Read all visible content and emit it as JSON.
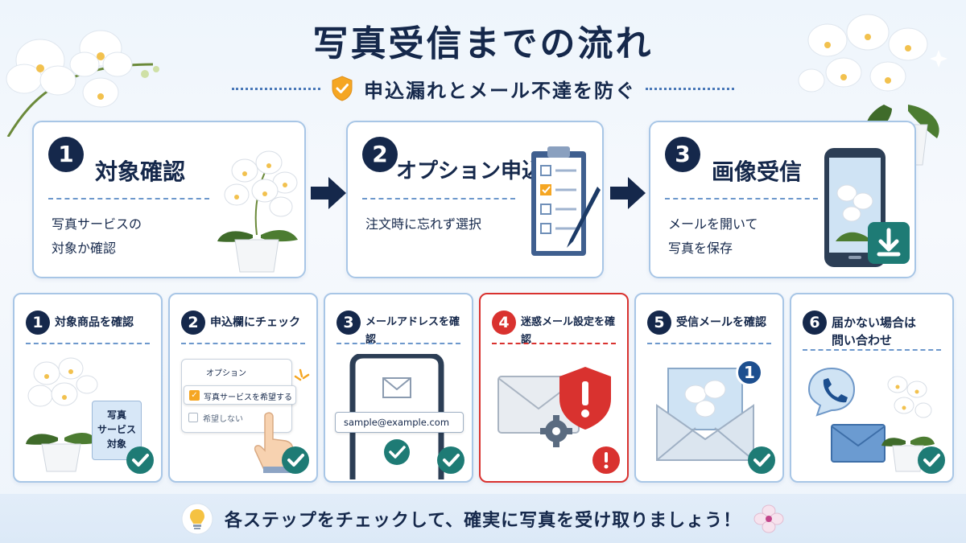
{
  "header": {
    "title": "写真受信までの流れ",
    "subtitle": "申込漏れとメール不達を防ぐ"
  },
  "big_steps": [
    {
      "number": "1",
      "title": "対象確認",
      "description": "写真サービスの\n対象か確認"
    },
    {
      "number": "2",
      "title": "オプション申込",
      "description": "注文時に忘れず選択"
    },
    {
      "number": "3",
      "title": "画像受信",
      "description": "メールを開いて\n写真を保存"
    }
  ],
  "small_steps": [
    {
      "number": "1",
      "title": "対象商品を確認",
      "tag_text": "写真\nサービス\n対象"
    },
    {
      "number": "2",
      "title": "申込欄にチェック",
      "option_heading": "オプション",
      "option_checked": "写真サービスを希望する",
      "option_unchecked": "希望しない"
    },
    {
      "number": "3",
      "title": "メールアドレスを確認",
      "email": "sample@example.com"
    },
    {
      "number": "4",
      "title": "迷惑メール設定を確認"
    },
    {
      "number": "5",
      "title": "受信メールを確認",
      "badge": "1"
    },
    {
      "number": "6",
      "title": "届かない場合は\n問い合わせ"
    }
  ],
  "footer": {
    "text": "各ステップをチェックして、確実に写真を受け取りましょう！"
  },
  "colors": {
    "navy": "#15284b",
    "border_blue": "#a8c6e6",
    "check_green": "#1e7b75",
    "warning_red": "#d9322f",
    "accent_orange": "#f5a623"
  }
}
